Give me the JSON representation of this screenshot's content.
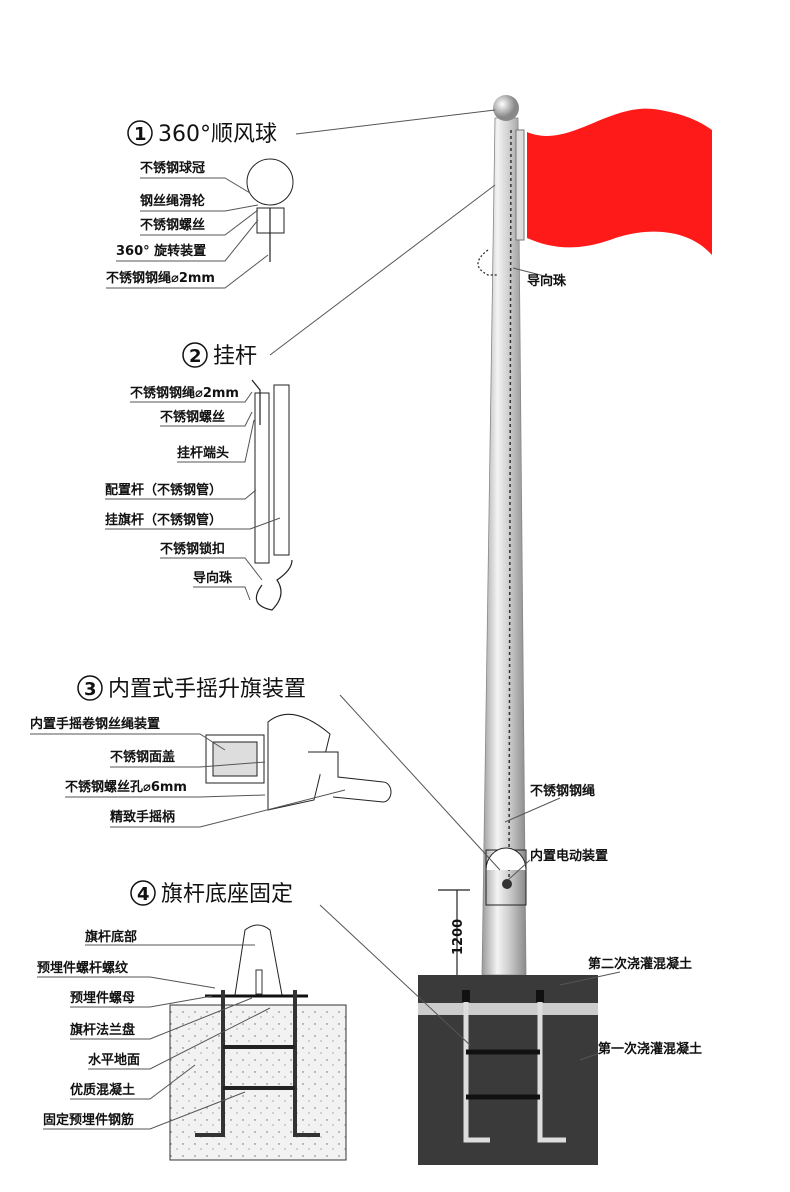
{
  "section1": {
    "number": "1",
    "title": "360°顺风球",
    "labels": [
      "不锈钢球冠",
      "钢丝绳滑轮",
      "不锈钢螺丝",
      "360° 旋转装置",
      "不锈钢钢绳⌀2mm"
    ]
  },
  "section2": {
    "number": "2",
    "title": "挂杆",
    "labels": [
      "不锈钢钢绳⌀2mm",
      "不锈钢螺丝",
      "挂杆端头",
      "配置杆（不锈钢管）",
      "挂旗杆（不锈钢管）",
      "不锈钢锁扣",
      "导向珠"
    ]
  },
  "section3": {
    "number": "3",
    "title": "内置式手摇升旗装置",
    "labels": [
      "内置手摇卷钢丝绳装置",
      "不锈钢面盖",
      "不锈钢螺丝孔⌀6mm",
      "精致手摇柄"
    ]
  },
  "section4": {
    "number": "4",
    "title": "旗杆底座固定",
    "labels": [
      "旗杆底部",
      "预埋件螺杆螺纹",
      "预埋件螺母",
      "旗杆法兰盘",
      "水平地面",
      "优质混凝土",
      "固定预埋件钢筋"
    ]
  },
  "pole": {
    "guide_bead": "导向珠",
    "rope": "不锈钢钢绳",
    "motor": "内置电动装置",
    "height_mark": "1200",
    "second_pour": "第二次浇灌混凝土",
    "first_pour": "第一次浇灌混凝土"
  },
  "colors": {
    "flag": "#ff1a1a",
    "concrete_dark": "#3a3a3a"
  }
}
